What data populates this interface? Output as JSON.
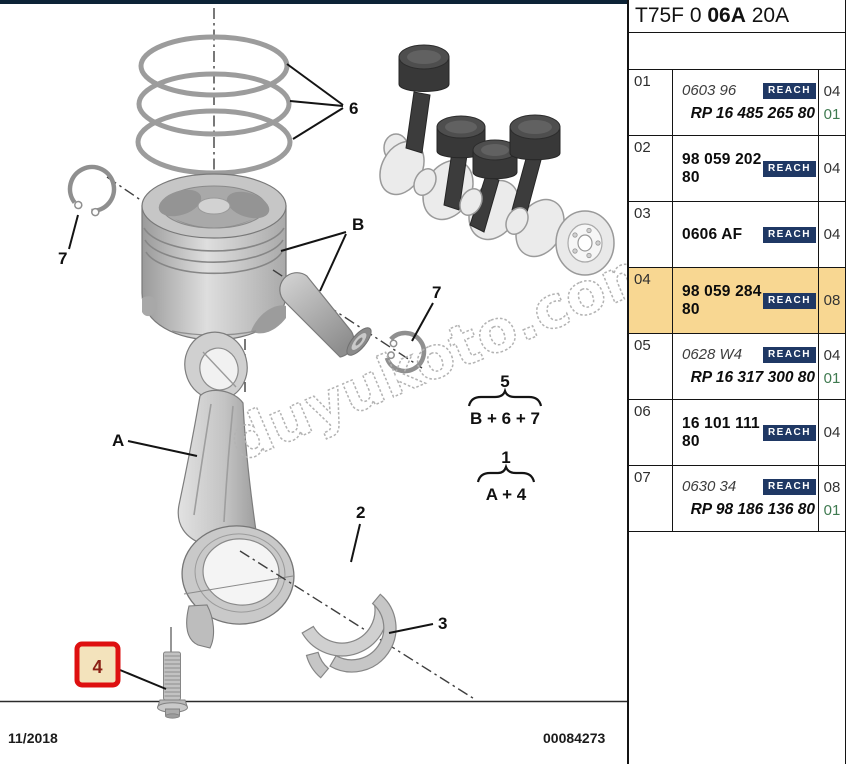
{
  "header": {
    "code_prefix": "T75F 0 ",
    "code_bold": "06A",
    "code_suffix": " 20A"
  },
  "footer": {
    "date": "11/2018",
    "doc_number": "00084273"
  },
  "watermark": "duyukoto.com",
  "colors": {
    "top_bar": "#0d2336",
    "highlight": "#F8D792",
    "reach_bg": "#1F3864",
    "qty_green": "#3F7A50",
    "box_red": "#DE1010",
    "box_fill": "#F3E3BC"
  },
  "diagram": {
    "labels": {
      "rings": "6",
      "circlip_left": "7",
      "circlip_right": "7",
      "piston": "B",
      "rod": "A",
      "shell_upper": "2",
      "shell_lower": "3",
      "bolt": "4",
      "group_piston_num": "5",
      "group_piston_expr": "B + 6 + 7",
      "group_rod_num": "1",
      "group_rod_expr": "A + 4"
    }
  },
  "table": {
    "rows": [
      {
        "num": "01",
        "part": "0603 96",
        "part_style": "italic",
        "reach": "REACH",
        "qty": "04",
        "rp": "RP 16 485 265 80",
        "rp_qty": "01",
        "highlight": false
      },
      {
        "num": "02",
        "part": "98 059 202 80",
        "part_style": "bold",
        "reach": "REACH",
        "qty": "04",
        "rp": "",
        "rp_qty": "",
        "highlight": false
      },
      {
        "num": "03",
        "part": "0606 AF",
        "part_style": "bold",
        "reach": "REACH",
        "qty": "04",
        "rp": "",
        "rp_qty": "",
        "highlight": false
      },
      {
        "num": "04",
        "part": "98 059 284 80",
        "part_style": "bold",
        "reach": "REACH",
        "qty": "08",
        "rp": "",
        "rp_qty": "",
        "highlight": true
      },
      {
        "num": "05",
        "part": "0628 W4",
        "part_style": "italic",
        "reach": "REACH",
        "qty": "04",
        "rp": "RP 16 317 300 80",
        "rp_qty": "01",
        "highlight": false
      },
      {
        "num": "06",
        "part": "16 101 111 80",
        "part_style": "bold",
        "reach": "REACH",
        "qty": "04",
        "rp": "",
        "rp_qty": "",
        "highlight": false
      },
      {
        "num": "07",
        "part": "0630 34",
        "part_style": "italic",
        "reach": "REACH",
        "qty": "08",
        "rp": "RP 98 186 136 80",
        "rp_qty": "01",
        "highlight": false
      }
    ]
  }
}
